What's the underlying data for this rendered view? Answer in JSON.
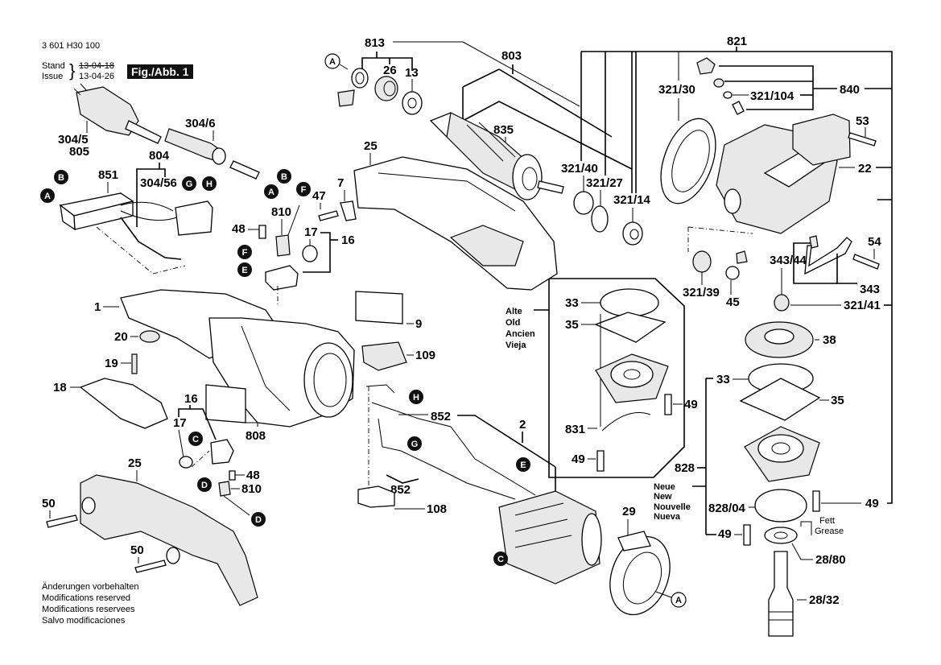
{
  "header": {
    "part_number": "3 601 H30 100",
    "stand_label": "Stand",
    "issue_label": "Issue",
    "stand_date_struck": "13-04-18",
    "issue_date": "13-04-26",
    "figure_label": "Fig./Abb. 1"
  },
  "notes": [
    "Änderungen vorbehalten",
    "Modifications reserved",
    "Modifications reservees",
    "Salvo modificaciones"
  ],
  "variant_old": [
    "Alte",
    "Old",
    "Ancien",
    "Vieja"
  ],
  "variant_new": [
    "Neue",
    "New",
    "Nouvelle",
    "Nueva"
  ],
  "grease_note": [
    "Fett",
    "Grease"
  ],
  "connector_markers": {
    "A": "A",
    "B": "B",
    "C": "C",
    "D": "D",
    "E": "E",
    "F": "F",
    "G": "G",
    "H": "H"
  },
  "part_labels": {
    "p304_5": "304/5",
    "p805": "805",
    "p304_6": "304/6",
    "p804": "804",
    "p851": "851",
    "p304_56": "304/56",
    "p810a": "810",
    "p47": "47",
    "p48a": "48",
    "p17a": "17",
    "p16a": "16",
    "p7": "7",
    "p25a": "25",
    "p813": "813",
    "p26": "26",
    "p13": "13",
    "p803": "803",
    "p835": "835",
    "p321_40": "321/40",
    "p321_27": "321/27",
    "p321_14": "321/14",
    "p821": "821",
    "p321_30": "321/30",
    "p321_104": "321/104",
    "p840": "840",
    "p53": "53",
    "p22": "22",
    "p54": "54",
    "p343_44": "343/44",
    "p343": "343",
    "p321_39": "321/39",
    "p45": "45",
    "p321_41": "321/41",
    "p38": "38",
    "p1": "1",
    "p20": "20",
    "p19": "19",
    "p18": "18",
    "p9": "9",
    "p109": "109",
    "p808": "808",
    "p16b": "16",
    "p17b": "17",
    "p48b": "48",
    "p810b": "810",
    "p25b": "25",
    "p50a": "50",
    "p50b": "50",
    "p852a": "852",
    "p852b": "852",
    "p2": "2",
    "p108": "108",
    "p29": "29",
    "p33a": "33",
    "p35a": "35",
    "p49a": "49",
    "p831": "831",
    "p49b": "49",
    "p33b": "33",
    "p35b": "35",
    "p828": "828",
    "p828_04": "828/04",
    "p49c": "49",
    "p49d": "49",
    "p28_80": "28/80",
    "p28_32": "28/32"
  }
}
